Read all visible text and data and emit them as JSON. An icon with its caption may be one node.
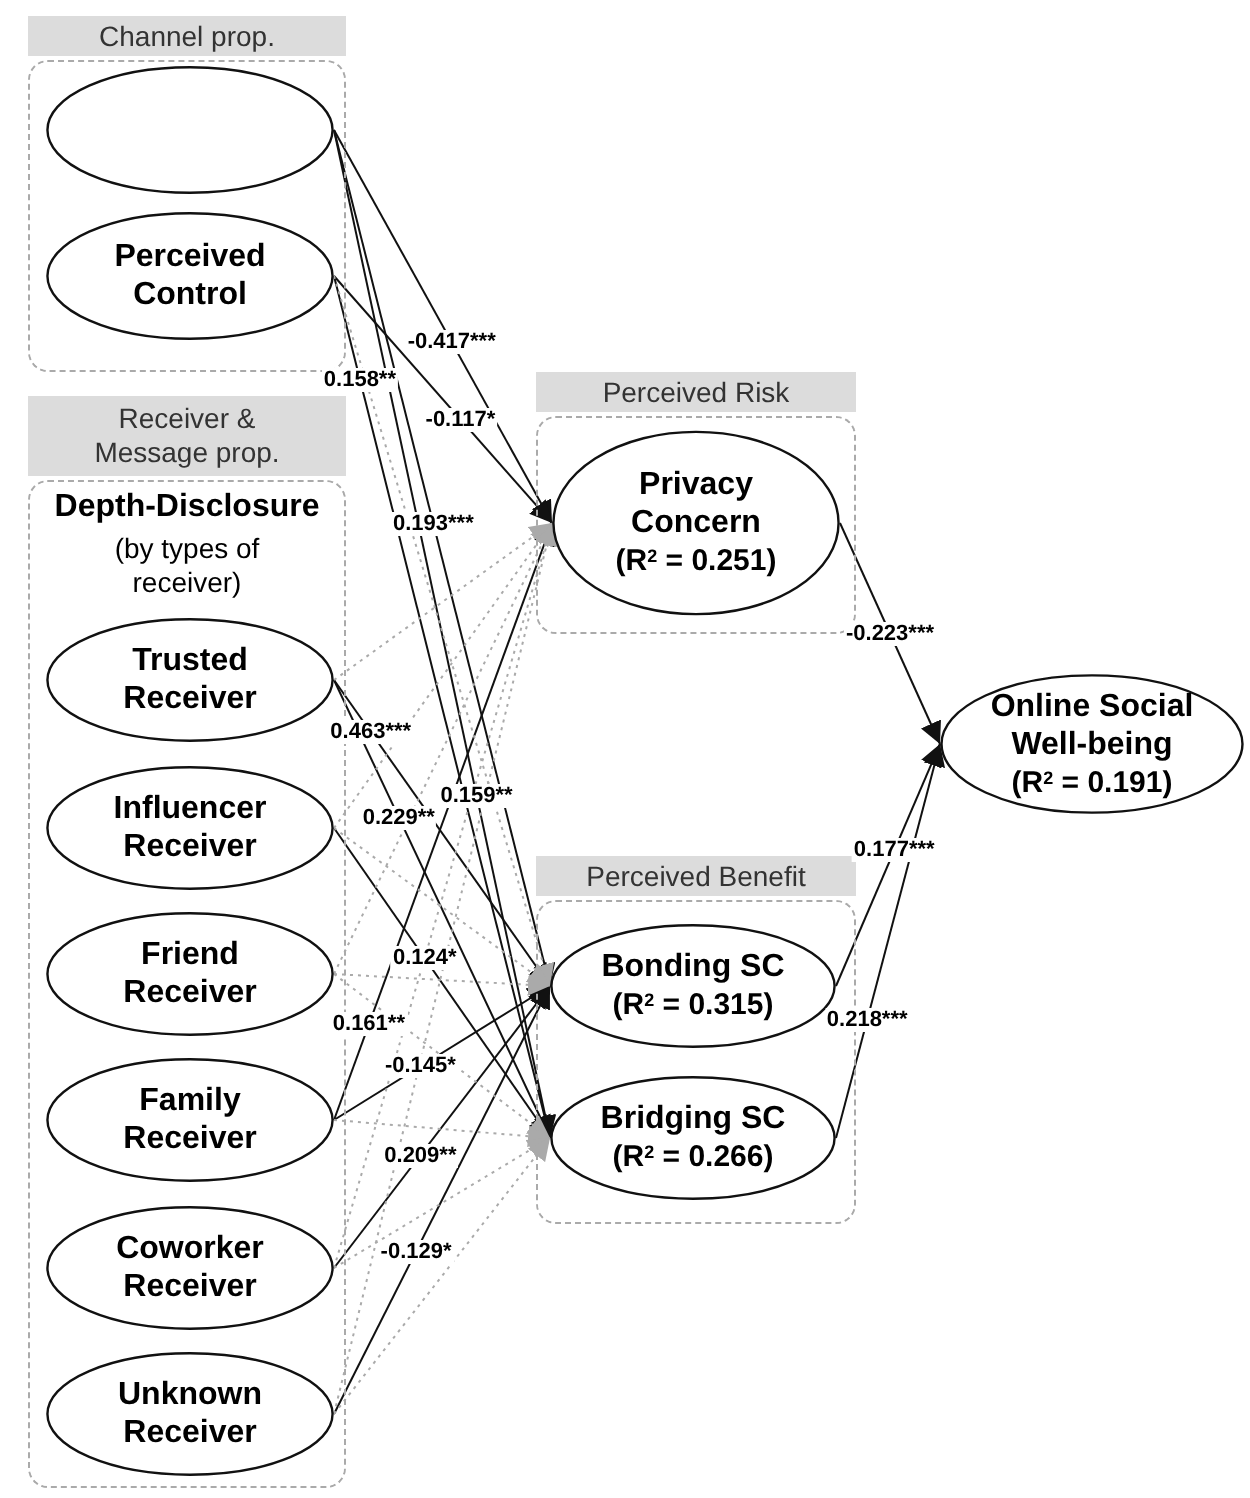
{
  "diagram": {
    "nodes": [
      {
        "text": [
          "Channel prop."
        ]
      },
      {
        "text": [],
        "shape": "ellipse",
        "in": 0
      },
      {
        "text": [
          "Perceived Control"
        ],
        "in": 0
      },
      {
        "text": [
          "Receiver & Message prop.",
          "Depth-Disclosure",
          "(by types of receiver)"
        ]
      },
      {
        "text": [
          "Trusted Receiver"
        ],
        "in": 3
      },
      {
        "text": [
          "Influencer Receiver"
        ],
        "in": 3
      },
      {
        "text": [
          "Friend Receiver"
        ],
        "in": 3
      },
      {
        "text": [
          "Family Receiver"
        ],
        "in": 3
      },
      {
        "text": [
          "Coworker Receiver"
        ],
        "in": 3
      },
      {
        "text": [
          "Unknown Receiver"
        ],
        "in": 3
      },
      {
        "text": [
          "Perceived Risk"
        ]
      },
      {
        "text": [
          "Privacy Concern",
          "(R$^{2}$ = 0.251)"
        ],
        "in": 10
      },
      {
        "text": [
          "Perceived Benefit"
        ]
      },
      {
        "text": [
          "Bonding SC",
          "(R$^{2}$ = 0.315)"
        ],
        "in": 12
      },
      {
        "text": [
          "Bridging SC",
          "(R$^{2}$ = 0.266)"
        ],
        "in": 12
      },
      {
        "text": [
          "Online Social Well-being",
          "(R$^{2}$ = 0.191)"
        ]
      }
    ],
    "edges": [
      {
        "from": 1,
        "to": 11,
        "arrow": "to",
        "label": "-0.417***"
      },
      {
        "from": 2,
        "to": 11,
        "arrow": "to",
        "label": "-0.117*"
      },
      {
        "from": 1,
        "to": 13,
        "arrow": "to",
        "label": "0.193***"
      },
      {
        "from": 1,
        "to": 14,
        "arrow": "to",
        "label": "0.159**"
      },
      {
        "from": 2,
        "to": 14,
        "arrow": "to",
        "label": "0.158**"
      },
      {
        "from": 4,
        "to": 13,
        "arrow": "to",
        "label": "0.463***"
      },
      {
        "from": 4,
        "to": 14,
        "arrow": "to",
        "label": "0.229**"
      },
      {
        "from": 5,
        "to": 14,
        "arrow": "to",
        "label": "0.124*"
      },
      {
        "from": 7,
        "to": 11,
        "arrow": "to",
        "label": "0.161**"
      },
      {
        "from": 7,
        "to": 13,
        "arrow": "to",
        "label": "-0.145*"
      },
      {
        "from": 8,
        "to": 13,
        "arrow": "to",
        "label": "0.209**"
      },
      {
        "from": 9,
        "to": 13,
        "arrow": "to",
        "label": "-0.129*"
      },
      {
        "from": 11,
        "to": 15,
        "arrow": "to",
        "label": "-0.223***"
      },
      {
        "from": 13,
        "to": 15,
        "arrow": "to",
        "label": "0.177***"
      },
      {
        "from": 14,
        "to": 15,
        "arrow": "to",
        "label": "0.218***"
      },
      {
        "from": 2,
        "to": 13,
        "arrow": "to",
        "style": "dashed",
        "color": "#aaaaaa"
      },
      {
        "from": 4,
        "to": 11,
        "arrow": "to",
        "style": "dashed",
        "color": "#aaaaaa"
      },
      {
        "from": 5,
        "to": 11,
        "arrow": "to",
        "style": "dashed",
        "color": "#aaaaaa"
      },
      {
        "from": 5,
        "to": 13,
        "arrow": "to",
        "style": "dashed",
        "color": "#aaaaaa"
      },
      {
        "from": 6,
        "to": 11,
        "arrow": "to",
        "style": "dashed",
        "color": "#aaaaaa"
      },
      {
        "from": 6,
        "to": 13,
        "arrow": "to",
        "style": "dashed",
        "color": "#aaaaaa"
      },
      {
        "from": 6,
        "to": 14,
        "arrow": "to",
        "style": "dashed",
        "color": "#aaaaaa"
      },
      {
        "from": 7,
        "to": 14,
        "arrow": "to",
        "style": "dashed",
        "color": "#aaaaaa"
      },
      {
        "from": 8,
        "to": 11,
        "arrow": "to",
        "style": "dashed",
        "color": "#aaaaaa"
      },
      {
        "from": 8,
        "to": 14,
        "arrow": "to",
        "style": "dashed",
        "color": "#aaaaaa"
      },
      {
        "from": 9,
        "to": 11,
        "arrow": "to",
        "style": "dashed",
        "color": "#aaaaaa"
      },
      {
        "from": 9,
        "to": 14,
        "arrow": "to",
        "style": "dashed",
        "color": "#aaaaaa"
      }
    ]
  }
}
